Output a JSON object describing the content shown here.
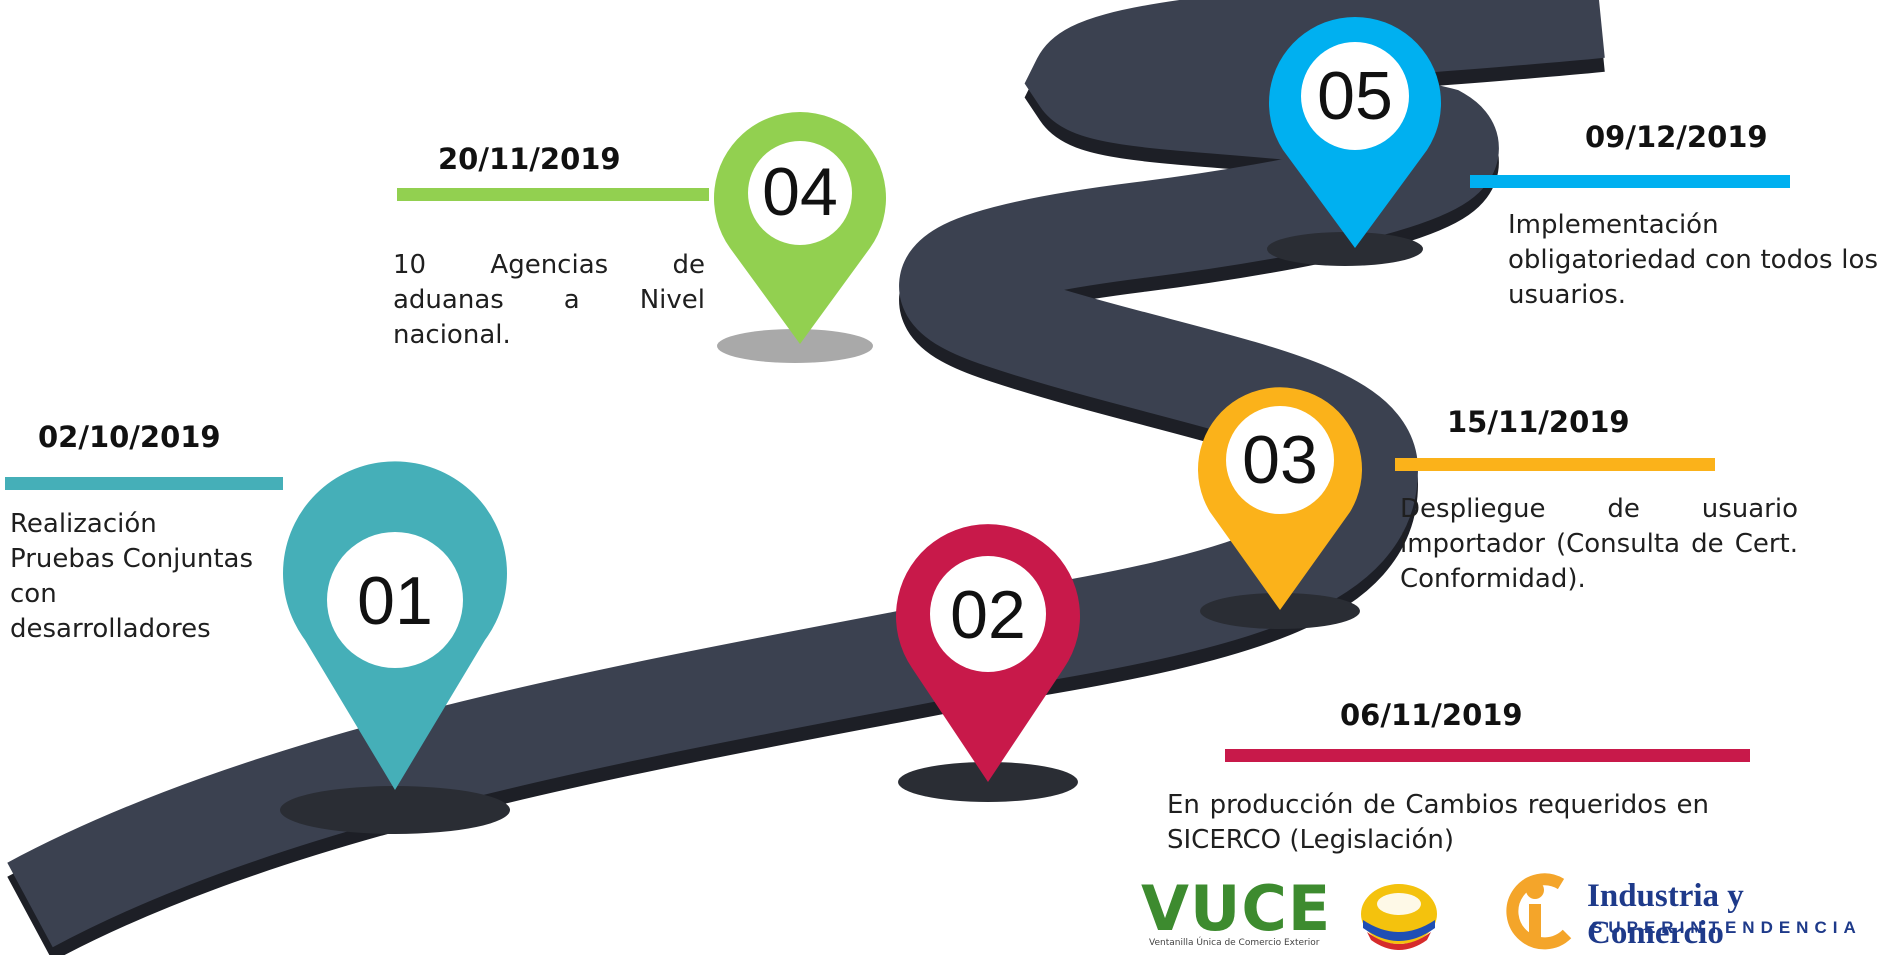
{
  "milestones": [
    {
      "number": "01",
      "date": "02/10/2019",
      "text": "Realización Pruebas Conjuntas con desarrolladores",
      "color": "#45afb8"
    },
    {
      "number": "02",
      "date": "06/11/2019",
      "text": "En producción de Cambios requeridos en SICERCO (Legislación)",
      "color": "#c8194a"
    },
    {
      "number": "03",
      "date": "15/11/2019",
      "text": "Despliegue de usuario importador (Consulta de Cert. Conformidad).",
      "color": "#fbb21a"
    },
    {
      "number": "04",
      "date": "20/11/2019",
      "text": "10 Agencias de aduanas a Nivel nacional.",
      "color": "#92d050"
    },
    {
      "number": "05",
      "date": "09/12/2019",
      "text": "Implementación obligatoriedad con todos los usuarios.",
      "color": "#00b0f0"
    }
  ],
  "colors": {
    "road": "#3b4150",
    "road_edge": "#1d1f26",
    "shadow": "#2a2d34"
  },
  "logos": {
    "vuce_word": "VUCE",
    "vuce_subtitle": "Ventanilla Única de Comercio Exterior",
    "sic_name": "Industria y Comercio",
    "sic_subtitle": "SUPERINTENDENCIA"
  }
}
